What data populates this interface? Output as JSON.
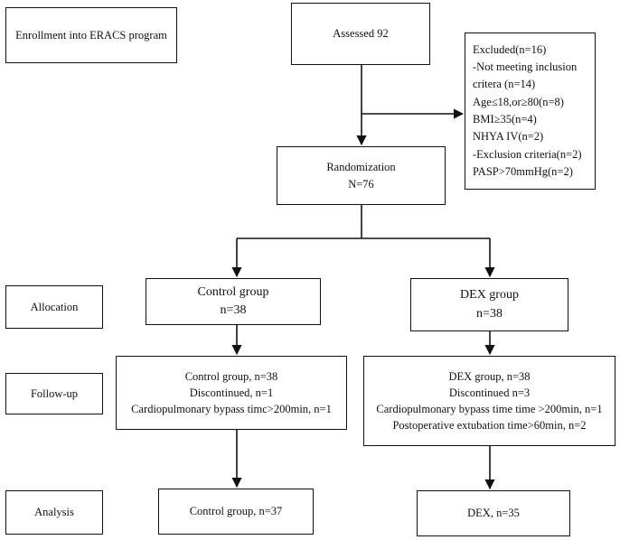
{
  "stages": {
    "enrollment": "Enrollment into ERACS program",
    "allocation": "Allocation",
    "followup": "Follow-up",
    "analysis": "Analysis"
  },
  "assessed": "Assessed 92",
  "excluded": [
    "Excluded(n=16)",
    "-Not meeting inclusion",
    "critera (n=14)",
    "Age≤18,or≥80(n=8)",
    "BMI≥35(n=4)",
    "NHYA IV(n=2)",
    "-Exclusion criteria(n=2)",
    "PASP>70mmHg(n=2)"
  ],
  "randomization": [
    "Randomization",
    "N=76"
  ],
  "control_alloc": [
    "Control group",
    "n=38"
  ],
  "dex_alloc": [
    "DEX group",
    "n=38"
  ],
  "control_follow": [
    "Control group, n=38",
    "Discontinued, n=1",
    "Cardiopulmonary bypass timc>200min, n=1"
  ],
  "dex_follow": [
    "DEX group, n=38",
    "Discontinued n=3",
    "Cardiopulmonary bypass time time >200min, n=1",
    "Postoperative extubation time>60min, n=2"
  ],
  "control_analysis": "Control group, n=37",
  "dex_analysis": "DEX, n=35"
}
